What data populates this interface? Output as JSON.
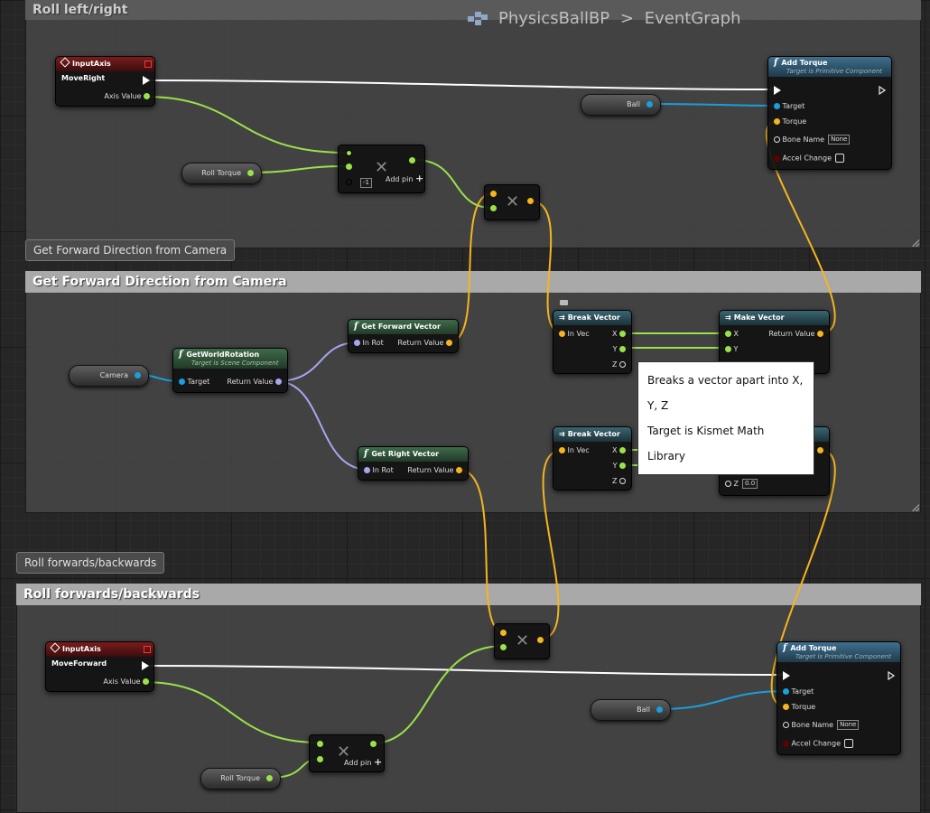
{
  "breadcrumb": {
    "blueprint": "PhysicsBallBP",
    "sep": ">",
    "graph": "EventGraph"
  },
  "comments": {
    "roll_lr": {
      "title": "Roll left/right"
    },
    "fwd_dir": {
      "title": "Get Forward Direction from Camera",
      "bubble": "Get Forward Direction from Camera"
    },
    "roll_fb": {
      "title": "Roll forwards/backwards",
      "bubble": "Roll forwards/backwards"
    }
  },
  "nodes": {
    "input_right": {
      "title": "InputAxis MoveRight",
      "axis_value": "Axis Value"
    },
    "input_forward": {
      "title": "InputAxis MoveForward",
      "axis_value": "Axis Value"
    },
    "add_torque": {
      "title": "Add Torque",
      "subtitle": "Target is Primitive Component",
      "target": "Target",
      "torque": "Torque",
      "bone_name": "Bone Name",
      "bone_value": "None",
      "accel": "Accel Change"
    },
    "roll_torque": "Roll Torque",
    "ball": "Ball",
    "camera": "Camera",
    "multiply": {
      "add_pin": "Add pin",
      "const": "-1"
    },
    "get_world_rotation": {
      "title": "GetWorldRotation",
      "subtitle": "Target is Scene Component",
      "target": "Target",
      "ret": "Return Value"
    },
    "get_forward": {
      "title": "Get Forward Vector",
      "in": "In Rot",
      "ret": "Return Value"
    },
    "get_right": {
      "title": "Get Right Vector",
      "in": "In Rot",
      "ret": "Return Value"
    },
    "break_vector": {
      "title": "Break Vector",
      "in": "In Vec",
      "x": "X",
      "y": "Y",
      "z": "Z"
    },
    "make_vector": {
      "title": "Make Vector",
      "x": "X",
      "y": "Y",
      "z": "Z",
      "ret": "Return Value",
      "z_value": "0.0"
    }
  },
  "tooltip": {
    "line1": "Breaks a vector apart into X, Y, Z",
    "line2": "Target is Kismet Math Library"
  },
  "colors": {
    "exec": "#ffffff",
    "float": "#9ae24a",
    "vector": "#f4b51e",
    "object": "#1a9fdc",
    "rotator": "#a5a7ef"
  }
}
